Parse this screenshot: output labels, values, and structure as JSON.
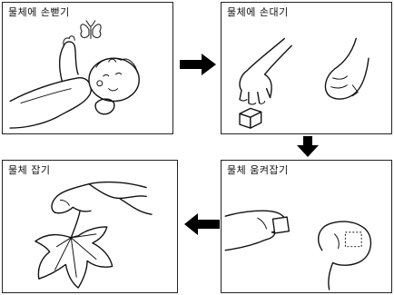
{
  "panels": {
    "reach": {
      "title": "물체에 손뻗기"
    },
    "touch": {
      "title": "물체에 손대기"
    },
    "grasp": {
      "title": "물체 움켜잡기"
    },
    "hold": {
      "title": "물체 잡기"
    }
  },
  "arrows": [
    {
      "from": "reach",
      "to": "touch",
      "direction": "right"
    },
    {
      "from": "touch",
      "to": "grasp",
      "direction": "down"
    },
    {
      "from": "grasp",
      "to": "hold",
      "direction": "left"
    }
  ],
  "colors": {
    "ink": "#111111",
    "background": "#ffffff",
    "arrow": "#000000"
  }
}
